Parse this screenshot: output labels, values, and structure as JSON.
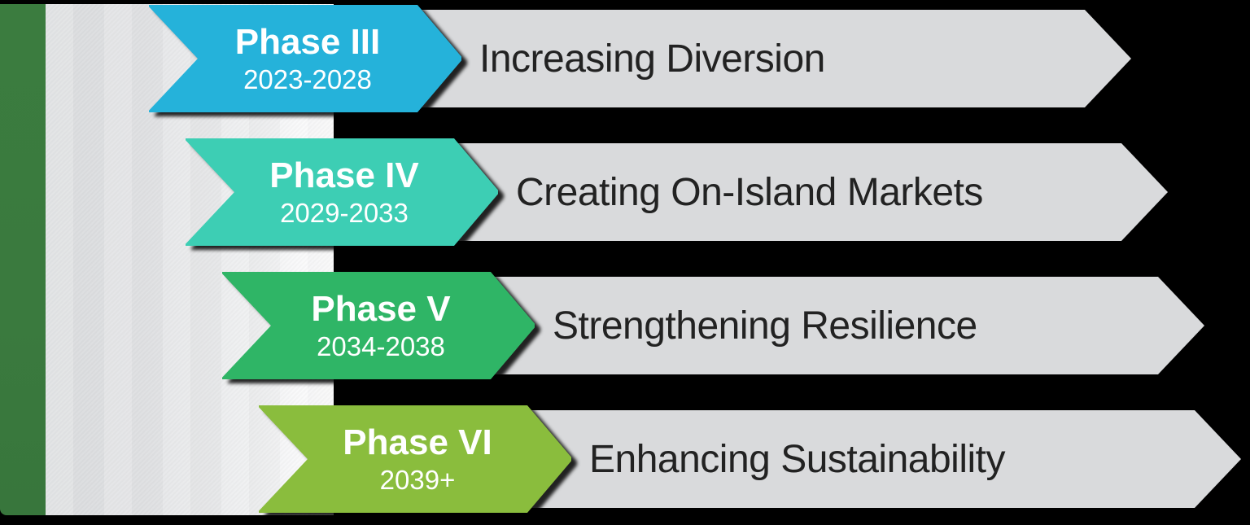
{
  "diagram": {
    "background_color": "#000000",
    "left_bar_color": "#3A7A3E",
    "panel_gradient_start": "#DEE0E2",
    "panel_gradient_end": "#FDFDFD",
    "banner_color": "#D9DADC",
    "banner_text_color": "#222222",
    "phase_text_color": "#FFFFFF",
    "phases": [
      {
        "name": "Phase III",
        "years": "2023-2028",
        "description": "Increasing Diversion",
        "color": "#25B2DA"
      },
      {
        "name": "Phase IV",
        "years": "2029-2033",
        "description": "Creating On-Island Markets",
        "color": "#3DCEB4"
      },
      {
        "name": "Phase V",
        "years": "2034-2038",
        "description": "Strengthening Resilience",
        "color": "#2FB566"
      },
      {
        "name": "Phase VI",
        "years": "2039+",
        "description": "Enhancing Sustainability",
        "color": "#8ABD3D"
      }
    ]
  }
}
